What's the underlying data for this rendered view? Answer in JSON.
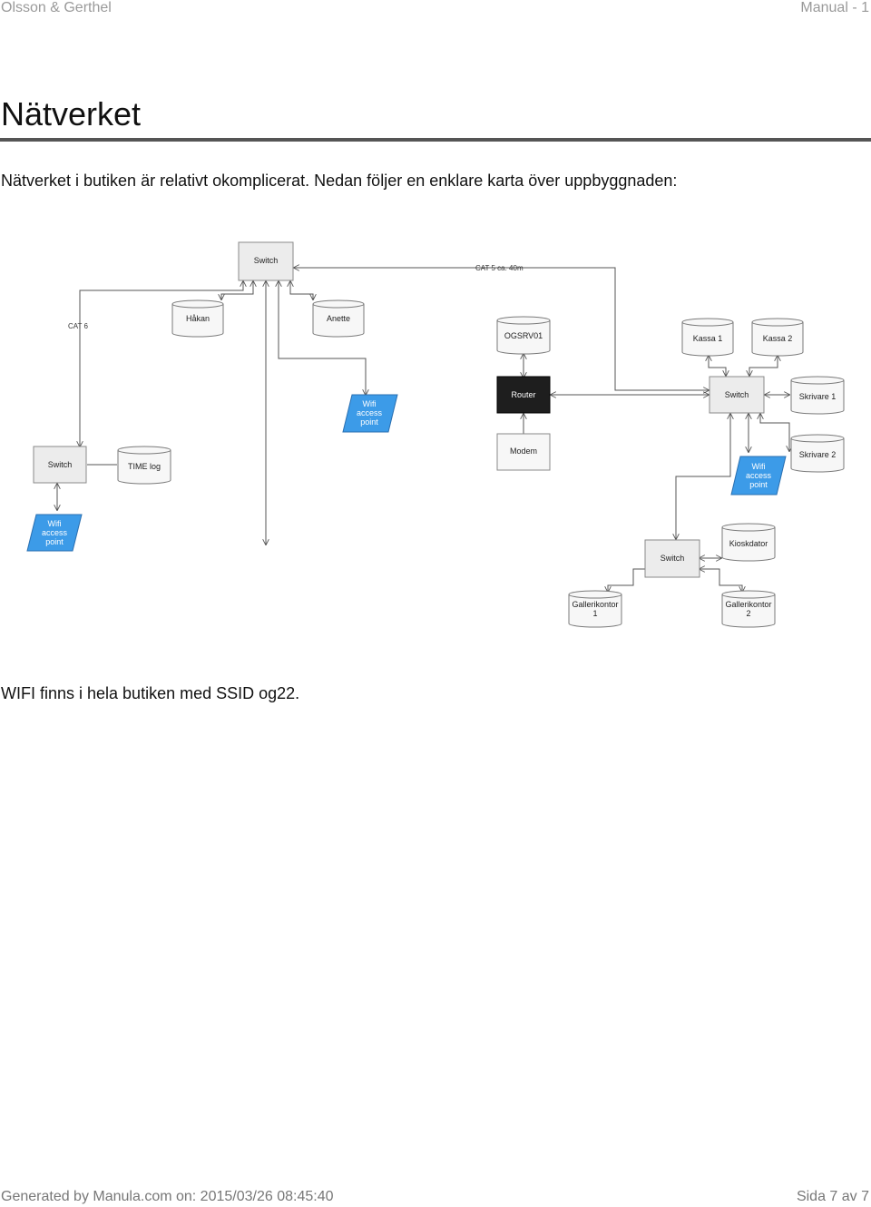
{
  "header": {
    "left": "Olsson & Gerthel",
    "right": "Manual - 1"
  },
  "page_title": "Nätverket",
  "intro": "Nätverket i butiken är relativt okomplicerat. Nedan följer en enklare karta över uppbyggnaden:",
  "diagram": {
    "cable_labels": {
      "cat5": "CAT 5 ca. 40m",
      "cat6": "CAT 6"
    },
    "nodes": {
      "switch_main": "Switch",
      "hakan": "Håkan",
      "anette": "Anette",
      "ogsrv01": "OGSRV01",
      "router": "Router",
      "modem": "Modem",
      "kassa1": "Kassa 1",
      "kassa2": "Kassa 2",
      "switch_right": "Switch",
      "skrivare1": "Skrivare 1",
      "skrivare2": "Skrivare 2",
      "switch_left": "Switch",
      "time_log": "TIME log",
      "switch_bottom": "Switch",
      "kioskdator": "Kioskdator",
      "gallerikontor1_line1": "Gallerikontor",
      "gallerikontor1_line2": "1",
      "gallerikontor2_line1": "Gallerikontor",
      "gallerikontor2_line2": "2"
    },
    "wifi_line1": "Wifi",
    "wifi_line2": "access",
    "wifi_line3": "point",
    "colors": {
      "wifi": "#3c9be8",
      "router": "#1e1e1e",
      "box": "#ececec"
    }
  },
  "wifi_note": "WIFI finns i hela butiken med SSID og22.",
  "footer": {
    "left": "Generated by Manula.com on: 2015/03/26 08:45:40",
    "right": "Sida 7 av 7"
  }
}
